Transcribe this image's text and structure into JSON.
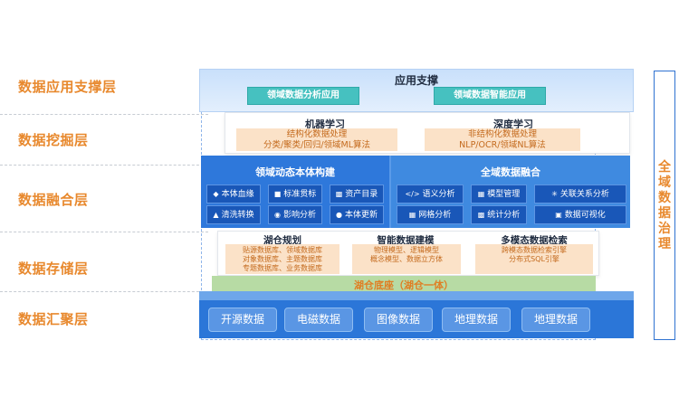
{
  "layers": {
    "app": "数据应用支撑层",
    "mining": "数据挖掘层",
    "fusion": "数据融合层",
    "storage": "数据存储层",
    "aggregation": "数据汇聚层"
  },
  "side_label": "全域数据治理",
  "application": {
    "title": "应用支撑",
    "boxes": [
      "领域数据分析应用",
      "领域数据智能应用"
    ]
  },
  "mining": {
    "ml_title": "机器学习",
    "ml_line1": "结构化数据处理",
    "ml_line2": "分类/聚类/回归/领域ML算法",
    "dl_title": "深度学习",
    "dl_line1": "非结构化数据处理",
    "dl_line2": "NLP/OCR/领域NL算法"
  },
  "fusion": {
    "left_title": "领域动态本体构建",
    "left_items": [
      "本体血缘",
      "标准贯标",
      "资产目录",
      "清洗转换",
      "影响分析",
      "本体更新"
    ],
    "right_title": "全域数据融合",
    "right_items": [
      "语义分析",
      "模型管理",
      "关联关系分析",
      "网格分析",
      "统计分析",
      "数据可视化"
    ]
  },
  "storage": {
    "lake_title": "湖仓规划",
    "lake_lines": [
      "贴源数据库、领域数据库",
      "对象数据库、主题数据库",
      "专题数据库、业务数据库"
    ],
    "model_title": "智能数据建模",
    "model_lines": [
      "物理模型、逻辑模型",
      "概念模型、数据立方体"
    ],
    "search_title": "多模态数据检索",
    "search_lines": [
      "跨模态数据检索引擎",
      "分布式SQL引擎"
    ]
  },
  "lakehouse": "湖仓底座（湖仓一体）",
  "sources": [
    "开源数据",
    "电磁数据",
    "图像数据",
    "地理数据",
    "地理数据"
  ],
  "colors": {
    "label_orange": "#e8892e",
    "teal": "#46c1c0",
    "blue_dark": "#2e78db",
    "blue_mid": "#3f8ae0",
    "peach": "#fbe2c8",
    "green": "#b7dba4"
  }
}
